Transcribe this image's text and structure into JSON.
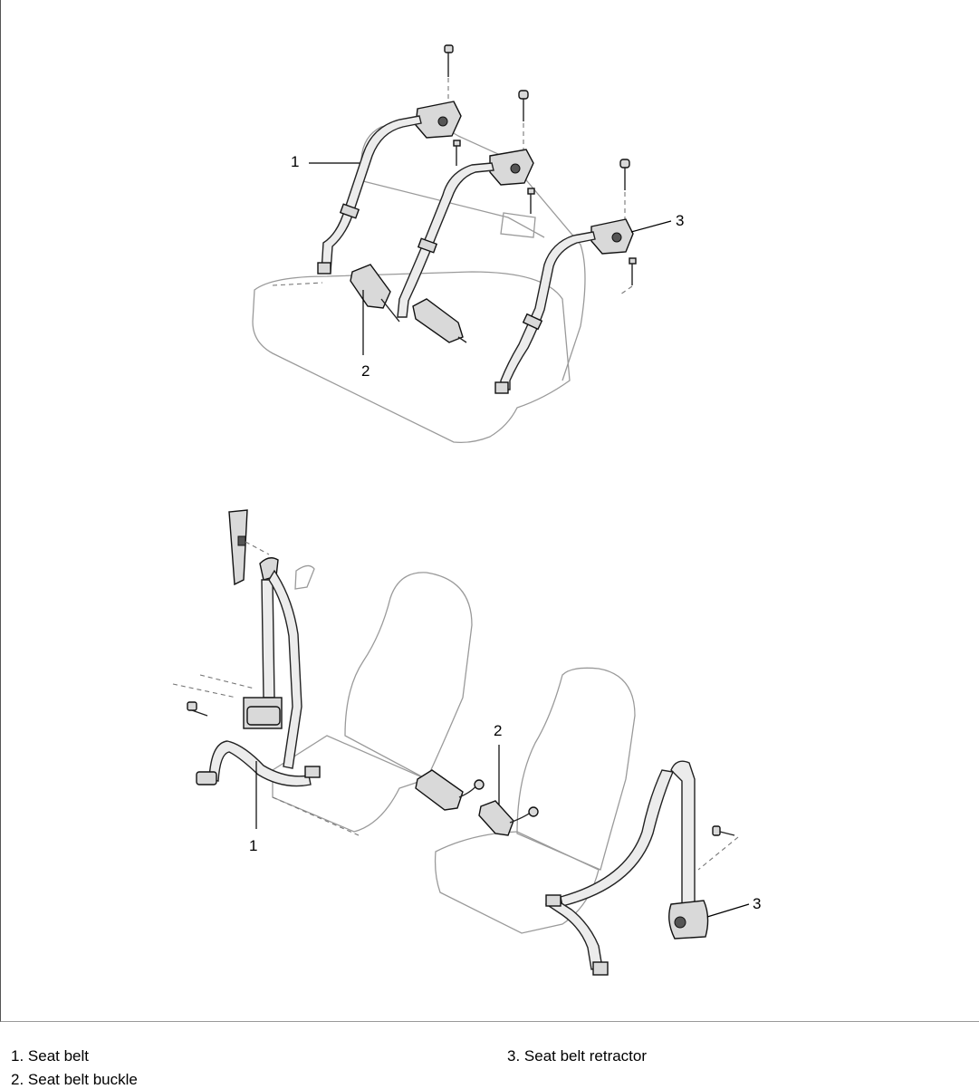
{
  "callouts": {
    "top_1": "1",
    "top_2": "2",
    "top_3": "3",
    "bottom_1": "1",
    "bottom_2": "2",
    "bottom_3": "3"
  },
  "legend": {
    "item_1": "1. Seat belt",
    "item_2": "2. Seat belt buckle",
    "item_3": "3. Seat belt retractor"
  }
}
